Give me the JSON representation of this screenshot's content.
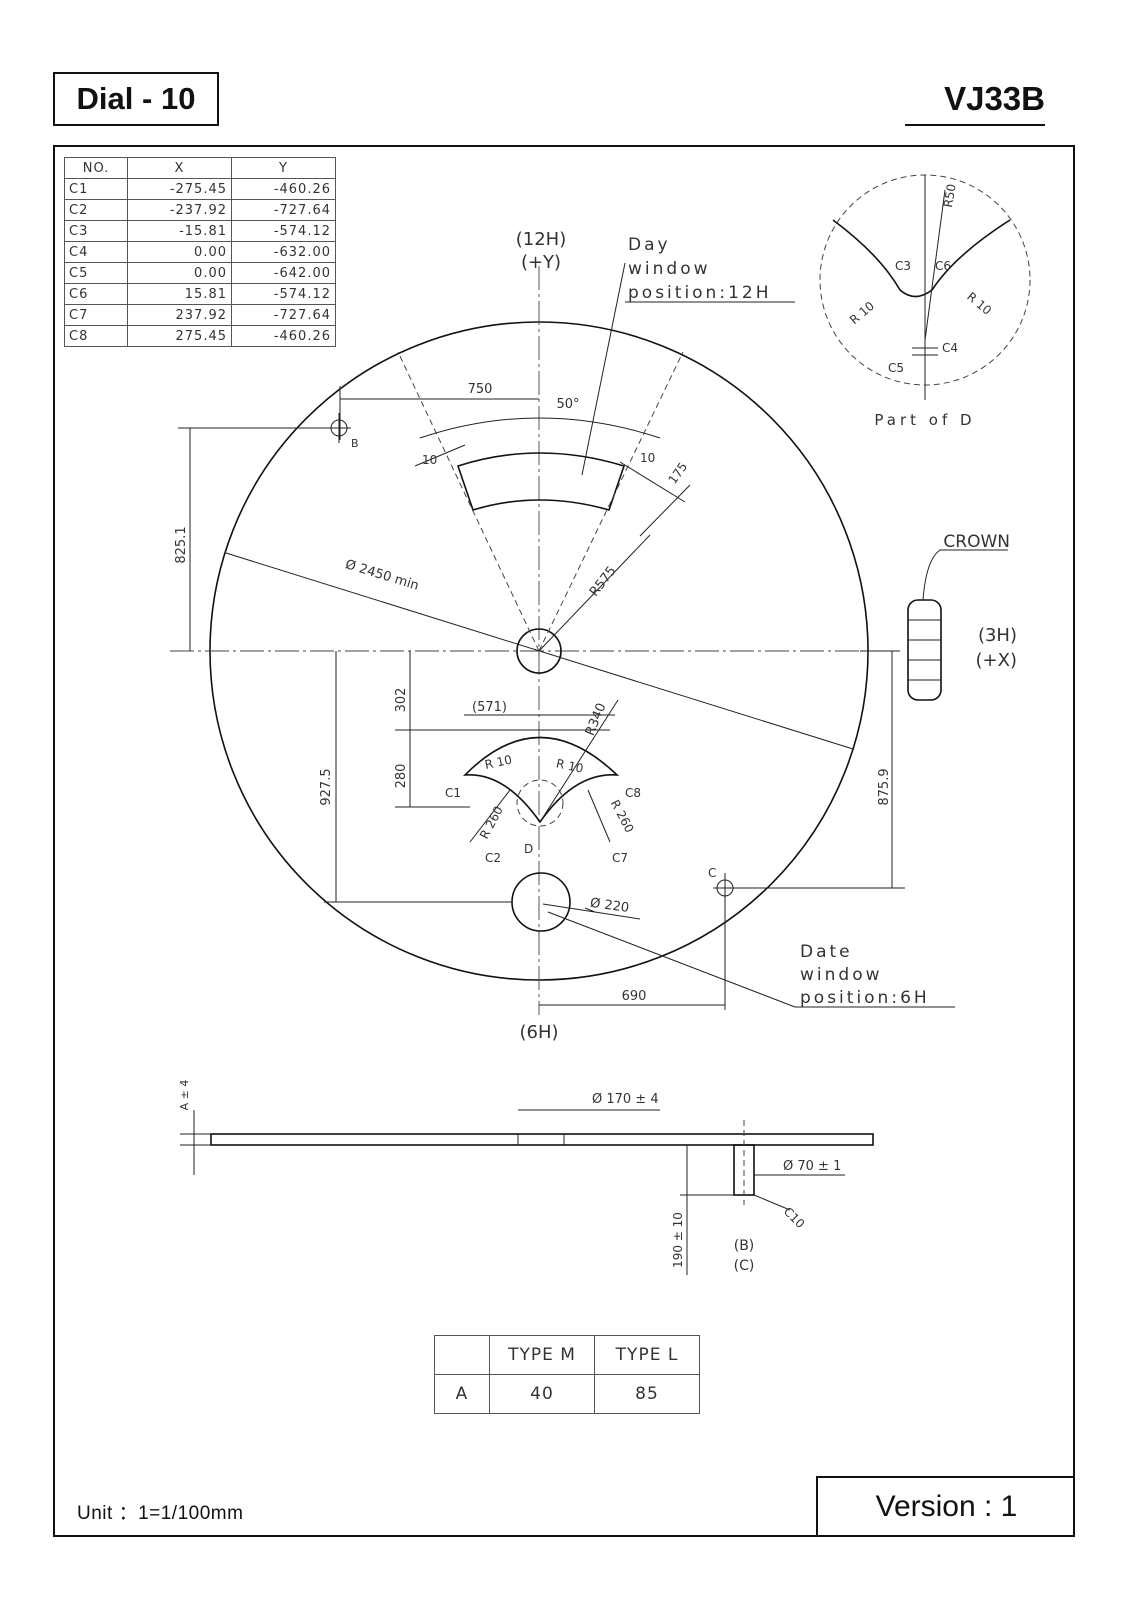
{
  "header": {
    "dial_title": "Dial - 10",
    "model_code": "VJ33B"
  },
  "coord_table": {
    "headers": [
      "NO.",
      "X",
      "Y"
    ],
    "rows": [
      [
        "C1",
        "-275.45",
        "-460.26"
      ],
      [
        "C2",
        "-237.92",
        "-727.64"
      ],
      [
        "C3",
        "-15.81",
        "-574.12"
      ],
      [
        "C4",
        "0.00",
        "-632.00"
      ],
      [
        "C5",
        "0.00",
        "-642.00"
      ],
      [
        "C6",
        "15.81",
        "-574.12"
      ],
      [
        "C7",
        "237.92",
        "-727.64"
      ],
      [
        "C8",
        "275.45",
        "-460.26"
      ]
    ]
  },
  "labels": {
    "h12": "(12H)",
    "py": "(+Y)",
    "h3": "(3H)",
    "px": "(+X)",
    "h6": "(6H)",
    "day1": "Day",
    "day2": "window",
    "day3": "position:12H",
    "date1": "Date",
    "date2": "window",
    "date3": "position:6H",
    "crown": "CROWN",
    "part_of_d": "Part of D",
    "b": "B",
    "c": "C",
    "d": "D",
    "c1": "C1",
    "c2": "C2",
    "c3": "C3",
    "c4": "C4",
    "c5": "C5",
    "c6": "C6",
    "c7": "C7",
    "c8": "C8",
    "bc1": "(B)",
    "bc2": "(C)"
  },
  "dims": {
    "d750": "750",
    "a50": "50°",
    "d10a": "10",
    "d10b": "10",
    "d175": "175",
    "r575": "R575",
    "dia2450": "Ø 2450 min",
    "d825": "825.1",
    "d302": "302",
    "d571": "(571)",
    "r340": "R340",
    "r10a": "R 10",
    "r10b": "R 10",
    "d280": "280",
    "d9275": "927.5",
    "r260a": "R 260",
    "r260b": "R 260",
    "dia220": "Ø 220",
    "d8759": "875.9",
    "d690": "690",
    "r50": "R50",
    "r10c": "R 10",
    "r10d": "R 10",
    "dia170": "Ø 170 ± 4",
    "dia70": "Ø 70 ± 1",
    "c10": "C10",
    "d190": "190 ± 10",
    "a4": "A ± 4"
  },
  "type_table": {
    "col1": "TYPE M",
    "col2": "TYPE L",
    "row_label": "A",
    "m": "40",
    "l": "85"
  },
  "footer": {
    "unit": "Unit ：1=1/100mm",
    "version": "Version :  1"
  }
}
